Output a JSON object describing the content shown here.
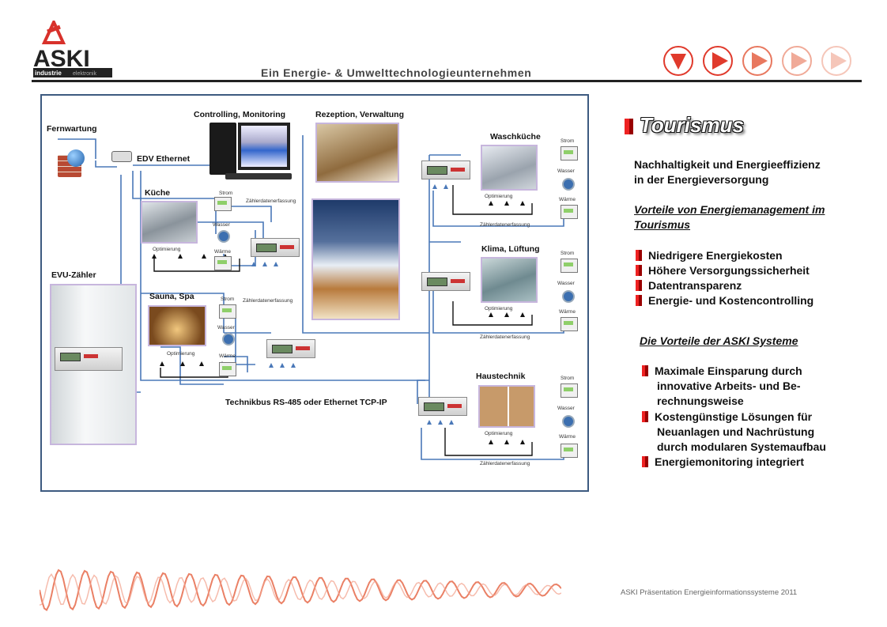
{
  "header": {
    "logo_text": "ASKI",
    "logo_sub_1": "industrie",
    "logo_sub_2": "elektronik",
    "tagline": "Ein Energie- & Umwelttechnologieunternehmen"
  },
  "nav": {
    "buttons": [
      {
        "icon": "triangle-down-icon",
        "color": "#e03a2c"
      },
      {
        "icon": "play-icon",
        "color": "#e03a2c"
      },
      {
        "icon": "play-icon",
        "color": "#e8785f"
      },
      {
        "icon": "play-icon",
        "color": "#f0aa98"
      },
      {
        "icon": "play-icon",
        "color": "#f5c6b9"
      }
    ]
  },
  "diagram": {
    "fernwartung": "Fernwartung",
    "controlling": "Controlling, Monitoring",
    "rezeption": "Rezeption, Verwaltung",
    "edv": "EDV Ethernet",
    "kueche": "Küche",
    "evu": "EVU-Zähler",
    "sauna": "Sauna, Spa",
    "waschkueche": "Waschküche",
    "klima": "Klima, Lüftung",
    "haustechnik": "Haustechnik",
    "technikbus": "Technikbus RS-485 oder Ethernet TCP-IP",
    "strom": "Strom",
    "wasser": "Wasser",
    "waerme": "Wärme",
    "zaehler": "Zählerdatenerfassung",
    "optimierung": "Optimierung"
  },
  "right": {
    "title": "Tourismus",
    "intro_1": "Nachhaltigkeit und Energieeffizienz",
    "intro_2": "in der Energieversorgung",
    "vorteile_em_1": "Vorteile von Energiemanagement im",
    "vorteile_em_2": "Tourismus",
    "list1": [
      "Niedrigere Energiekosten",
      "Höhere Versorgungssicherheit",
      "Datentransparenz",
      "Energie- und Kostencontrolling"
    ],
    "aski_heading": "Die Vorteile der ASKI Systeme",
    "list2": [
      {
        "lines": [
          "Maximale Einsparung durch",
          "innovative Arbeits- und Be-",
          "rechnungsweise"
        ]
      },
      {
        "lines": [
          "Kostengünstige Lösungen für",
          "Neuanlagen und Nachrüstung",
          "durch modularen Systemaufbau"
        ]
      },
      {
        "lines": [
          "Energiemonitoring integriert"
        ]
      }
    ]
  },
  "footer": {
    "text": "ASKI Präsentation Energieinformationssysteme 2011"
  },
  "colors": {
    "accent_red": "#e03a2c",
    "frame_blue": "#3d5a80",
    "wire_blue": "#4a78b8",
    "photo_border": "#c7b6dd"
  }
}
